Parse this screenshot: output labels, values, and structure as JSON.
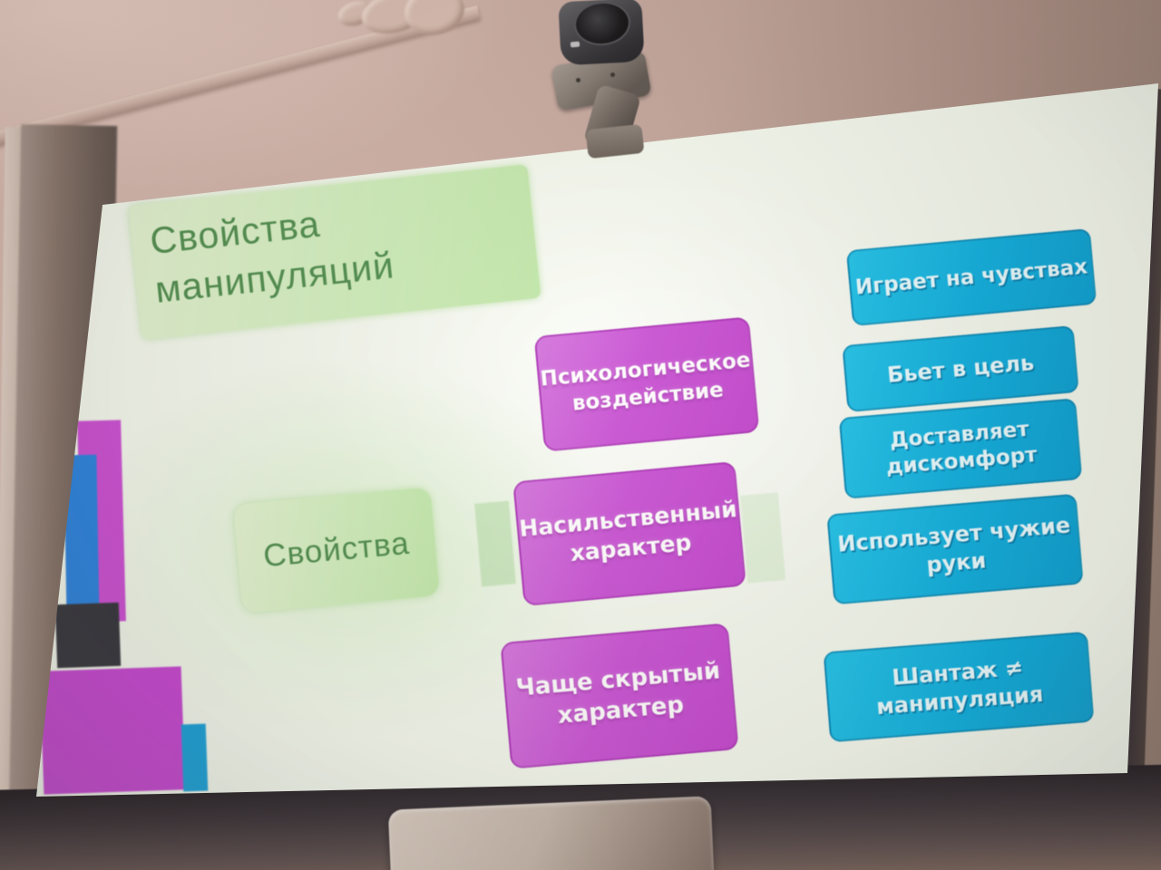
{
  "slide": {
    "title": "Свойства манипуляций",
    "center": {
      "label": "Свойства"
    },
    "branches": [
      {
        "label": "Психологическое воздействие"
      },
      {
        "label": "Насильственный характер"
      },
      {
        "label": "Чаще скрытый характер"
      }
    ],
    "leaves": [
      {
        "label": "Играет на чувствах"
      },
      {
        "label": "Бьет в цель"
      },
      {
        "label": "Доставляет дискомфорт"
      },
      {
        "label": "Использует чужие руки"
      },
      {
        "label": "Шантаж ≠ манипуляция"
      }
    ],
    "colors": {
      "title_text": "#4f8c4e",
      "green_fill": "#cfedbb",
      "pink_fill": "#c855d2",
      "blue_fill": "#10aedd",
      "stripe": "#c882d6"
    }
  }
}
